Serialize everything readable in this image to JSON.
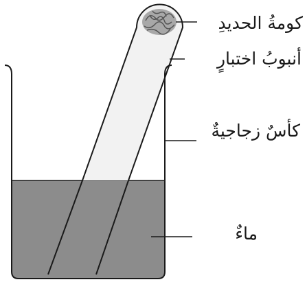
{
  "labels": {
    "iron_wool": "كومةُ الحديدِ",
    "test_tube": "أنبوبُ اختبارٍ",
    "beaker": "كأسٌ زجاجيةٌ",
    "water": "ماءٌ"
  },
  "colors": {
    "water": "#8c8c8c",
    "tube_fill": "#f2f2f2",
    "outline": "#1a1a1a",
    "iron_wool": "#9a9a9a"
  }
}
